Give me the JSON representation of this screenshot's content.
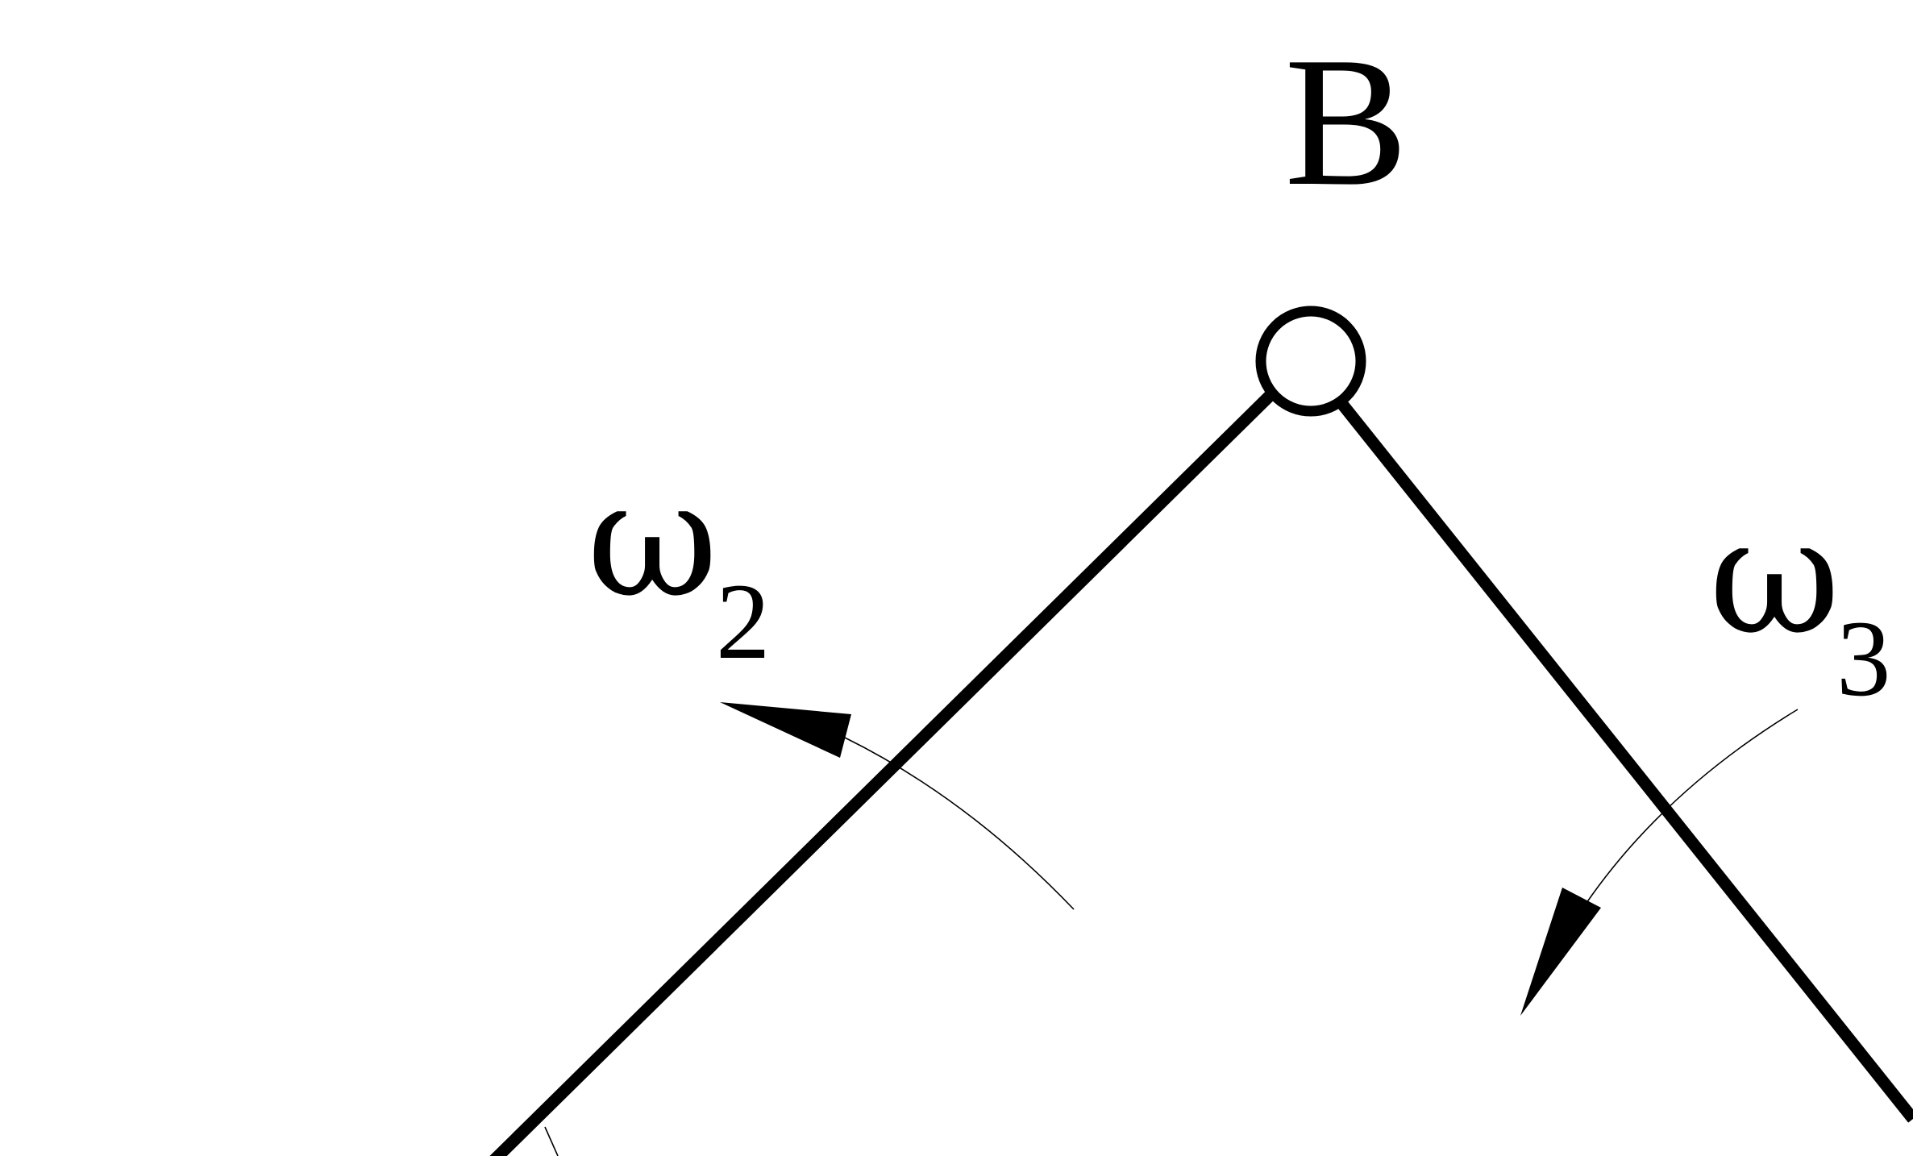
{
  "labels": {
    "joint": "B",
    "omega2_symbol": "ω",
    "omega2_subscript": "2",
    "omega3_symbol": "ω",
    "omega3_subscript": "3"
  },
  "colors": {
    "ink": "#000000",
    "background": "#ffffff"
  }
}
